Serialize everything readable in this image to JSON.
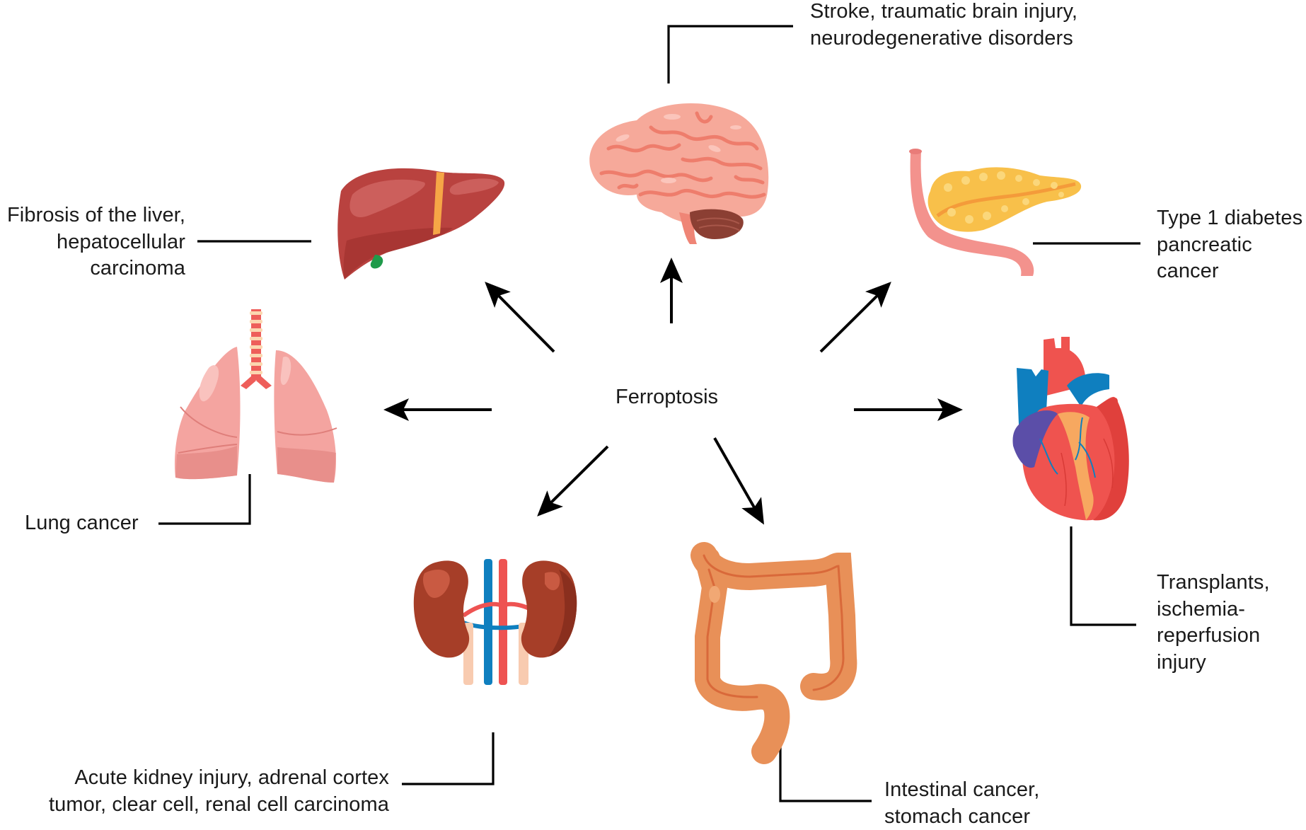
{
  "diagram": {
    "center": {
      "label": "Ferroptosis"
    },
    "organs": [
      {
        "id": "brain",
        "name": "Brain",
        "label_lines": [
          "Stroke, traumatic brain injury,",
          "neurodegenerative disorders"
        ]
      },
      {
        "id": "liver",
        "name": "Liver",
        "label_lines": [
          "Fibrosis of the liver,",
          "hepatocellular",
          "carcinoma"
        ]
      },
      {
        "id": "pancreas",
        "name": "Pancreas",
        "label_lines": [
          "Type 1 diabetes",
          "pancreatic",
          "cancer"
        ]
      },
      {
        "id": "lungs",
        "name": "Lungs",
        "label_lines": [
          "Lung cancer"
        ]
      },
      {
        "id": "heart",
        "name": "Heart",
        "label_lines": [
          "Transplants,",
          "ischemia-",
          "reperfusion",
          "injury"
        ]
      },
      {
        "id": "kidneys",
        "name": "Kidneys",
        "label_lines": [
          "Acute kidney injury, adrenal cortex",
          "tumor, clear cell, renal cell carcinoma"
        ]
      },
      {
        "id": "intestine",
        "name": "Intestine",
        "label_lines": [
          "Intestinal cancer,",
          "stomach cancer"
        ]
      }
    ],
    "arrows": [
      {
        "from": "Ferroptosis",
        "to": "brain"
      },
      {
        "from": "Ferroptosis",
        "to": "liver"
      },
      {
        "from": "Ferroptosis",
        "to": "pancreas"
      },
      {
        "from": "Ferroptosis",
        "to": "lungs"
      },
      {
        "from": "Ferroptosis",
        "to": "heart"
      },
      {
        "from": "Ferroptosis",
        "to": "kidneys"
      },
      {
        "from": "Ferroptosis",
        "to": "intestine"
      }
    ],
    "colors": {
      "liver": "#b9423f",
      "liver_light": "#cc5f5c",
      "liver_band": "#f6a646",
      "gallbladder": "#1f9a4a",
      "brain": "#f6a99a",
      "brain_fold": "#ee7d6c",
      "brain_highlight": "#fbc5bb",
      "cerebellum": "#8b3f33",
      "brainstem": "#ef8576",
      "pancreas": "#f8c04a",
      "pancreas_dot": "#fbd77b",
      "pancreas_duct": "#f49b3a",
      "duodenum": "#f3928d",
      "heart": "#ef534f",
      "heart_dark": "#e0403c",
      "vein": "#0f7fbf",
      "atrium": "#5b4ea8",
      "fat": "#f7a860",
      "lung": "#f4a4a0",
      "lung_dark": "#df7e7a",
      "lung_light": "#f9c2be",
      "trachea_ring": "#fbd6b0",
      "trachea": "#ee5e5a",
      "kidney": "#a63e28",
      "kidney_dark": "#8a2f1e",
      "kidney_light": "#c95a42",
      "ureter": "#f8cbb0",
      "artery": "#ee5352",
      "intestine": "#e89058",
      "intestine_light": "#f1a874",
      "intestine_line": "#d9693a",
      "arrow": "#000000",
      "text": "#1a1a1a"
    }
  }
}
